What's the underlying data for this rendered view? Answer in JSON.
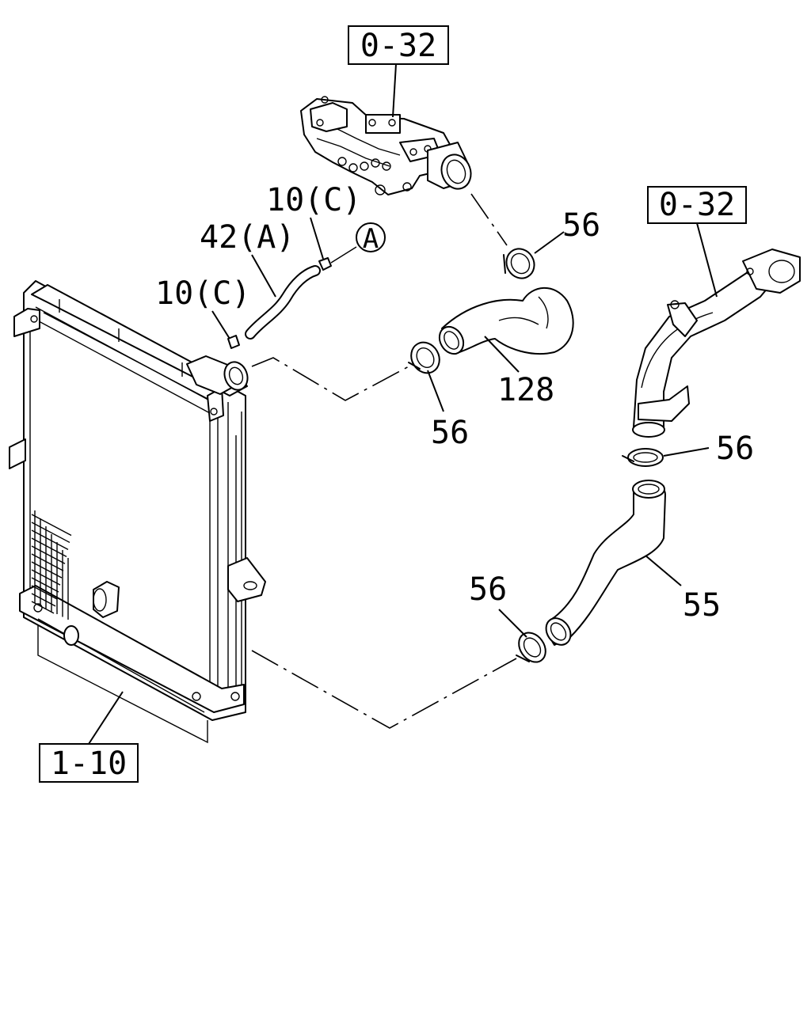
{
  "references": {
    "top_manifold": "0-32",
    "right_pipe": "0-32",
    "radiator": "1-10"
  },
  "callouts": {
    "hose_42": "42(A)",
    "bolt_10_upper": "10(C)",
    "bolt_10_left": "10(C)",
    "circle_a": "A",
    "clamp_top": "56",
    "clamp_mid_left": "56",
    "clamp_right": "56",
    "clamp_lower": "56",
    "hose_128": "128",
    "hose_55": "55"
  },
  "colors": {
    "ink": "#000000",
    "paper": "#ffffff"
  }
}
